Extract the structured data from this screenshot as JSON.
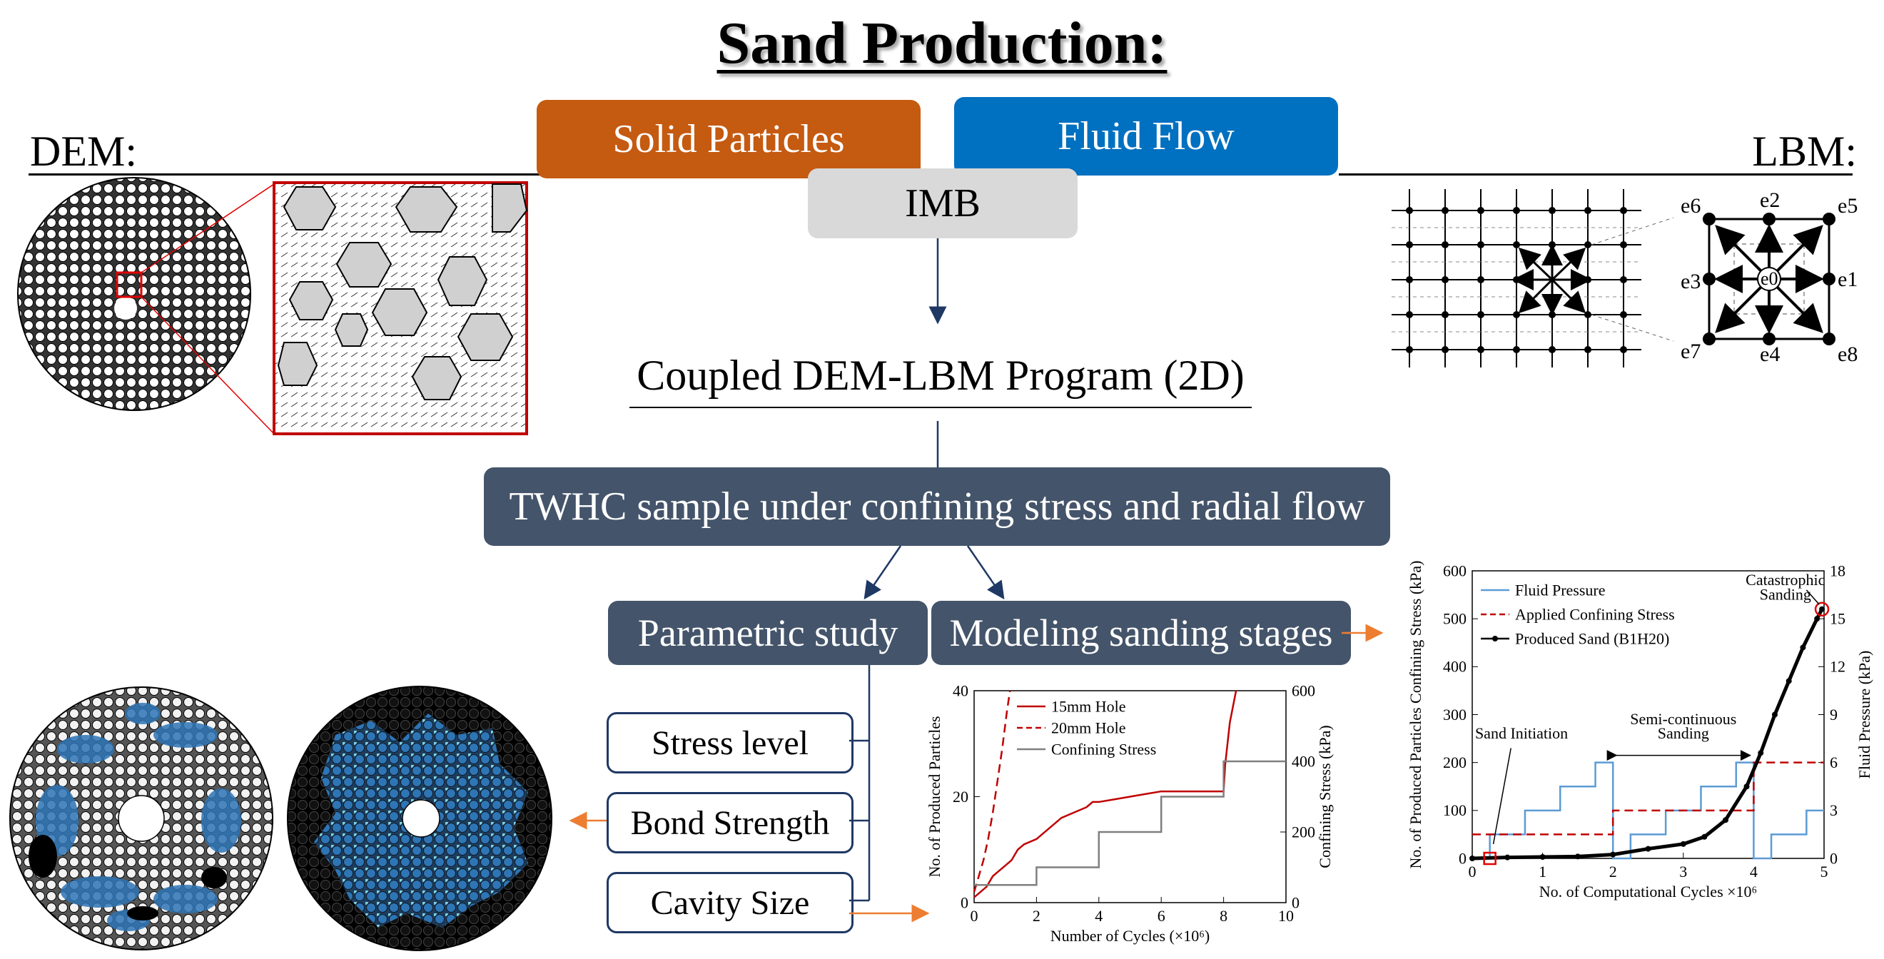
{
  "title": "Sand Production:",
  "dem_label": "DEM:",
  "lbm_label": "LBM:",
  "boxes": {
    "solid": "Solid Particles",
    "fluid": "Fluid Flow",
    "imb": "IMB",
    "coupled": "Coupled DEM-LBM Program (2D)",
    "twhc": "TWHC sample under confining stress and radial flow",
    "param": "Parametric study",
    "model": "Modeling sanding stages"
  },
  "param_items": [
    "Stress level",
    "Bond Strength",
    "Cavity Size"
  ],
  "lattice_labels": [
    "e0",
    "e1",
    "e2",
    "e3",
    "e4",
    "e5",
    "e6",
    "e7",
    "e8"
  ],
  "colors": {
    "orange": "#c55a11",
    "blue": "#0070c0",
    "slate": "#44546a",
    "navy": "#1f3864",
    "arrow_orange": "#ed7d31"
  },
  "chart_data": [
    {
      "type": "line",
      "xlabel": "Number of Cycles (×10⁶)",
      "ylabel": "No. of Produced Particles",
      "y2label": "Confining Stress (kPa)",
      "xlim": [
        0,
        10
      ],
      "ylim": [
        0,
        40
      ],
      "y2lim": [
        0,
        600
      ],
      "xticks": [
        0,
        2,
        4,
        6,
        8,
        10
      ],
      "yticks": [
        0,
        20,
        40
      ],
      "y2ticks": [
        0,
        200,
        400,
        600
      ],
      "legend": "top-left",
      "series": [
        {
          "name": "15mm Hole",
          "style": "solid",
          "color": "#c00000",
          "axis": "left",
          "x": [
            0,
            0.2,
            0.4,
            0.6,
            0.8,
            1.0,
            1.2,
            1.4,
            1.6,
            2.0,
            2.4,
            2.8,
            3.2,
            3.6,
            3.8,
            4.0,
            4.5,
            5.0,
            5.5,
            6.0,
            7.0,
            8.0,
            8.05,
            8.2,
            8.4
          ],
          "y": [
            1,
            2,
            3,
            5,
            6,
            7,
            8,
            10,
            11,
            12,
            14,
            16,
            17,
            18,
            19,
            19,
            19.5,
            20,
            20.5,
            21,
            21,
            21,
            26,
            34,
            40
          ]
        },
        {
          "name": "20mm Hole",
          "style": "dashed",
          "color": "#c00000",
          "axis": "left",
          "x": [
            0,
            0.15,
            0.3,
            0.45,
            0.6,
            0.75,
            0.9,
            1.05,
            1.15
          ],
          "y": [
            2,
            5,
            8,
            12,
            17,
            23,
            29,
            36,
            40
          ]
        },
        {
          "name": "Confining Stress",
          "style": "solid",
          "color": "#7f7f7f",
          "axis": "right",
          "x": [
            0,
            2,
            2,
            4,
            4,
            6,
            6,
            8,
            8,
            10
          ],
          "y": [
            50,
            50,
            100,
            100,
            200,
            200,
            300,
            300,
            400,
            400
          ]
        }
      ]
    },
    {
      "type": "line",
      "xlabel": "No. of Computational Cycles ×10⁶",
      "ylabel": "No. of Produced Particles Confining Stress (kPa)",
      "y2label": "Fluid Pressure (kPa)",
      "xlim": [
        0,
        5
      ],
      "ylim": [
        0,
        600
      ],
      "y2lim": [
        0,
        18
      ],
      "xticks": [
        0,
        1,
        2,
        3,
        4,
        5
      ],
      "yticks": [
        0,
        100,
        200,
        300,
        400,
        500,
        600
      ],
      "y2ticks": [
        0,
        3,
        6,
        9,
        12,
        15,
        18
      ],
      "legend": "top-left",
      "annotations": [
        "Sand Initiation",
        "Semi-continuous Sanding",
        "Catastrophic Sanding"
      ],
      "series": [
        {
          "name": "Fluid Pressure",
          "style": "solid",
          "color": "#5b9bd5",
          "axis": "right",
          "x": [
            0,
            0.25,
            0.25,
            0.75,
            0.75,
            1.25,
            1.25,
            1.75,
            1.75,
            2.0,
            2.0,
            2.25,
            2.25,
            2.75,
            2.75,
            3.25,
            3.25,
            3.75,
            3.75,
            4.0,
            4.0,
            4.25,
            4.25,
            4.75,
            4.75,
            5.0
          ],
          "y": [
            0,
            0,
            1.5,
            1.5,
            3,
            3,
            4.5,
            4.5,
            6,
            6,
            0,
            0,
            1.5,
            1.5,
            3,
            3,
            4.5,
            4.5,
            6,
            6,
            0,
            0,
            1.5,
            1.5,
            3,
            3
          ]
        },
        {
          "name": "Applied Confining Stress",
          "style": "dashed",
          "color": "#c00000",
          "axis": "left",
          "x": [
            0,
            2,
            2,
            4,
            4,
            5
          ],
          "y": [
            50,
            50,
            100,
            100,
            200,
            200
          ]
        },
        {
          "name": "Produced Sand (B1H20)",
          "style": "marker",
          "color": "#000000",
          "axis": "left",
          "x": [
            0,
            0.5,
            1.0,
            1.5,
            2.0,
            2.5,
            3.0,
            3.3,
            3.6,
            3.9,
            4.1,
            4.3,
            4.5,
            4.7,
            4.9,
            4.97
          ],
          "y": [
            0,
            2,
            3,
            4,
            8,
            20,
            30,
            45,
            80,
            150,
            220,
            300,
            370,
            440,
            500,
            520
          ]
        }
      ]
    }
  ]
}
